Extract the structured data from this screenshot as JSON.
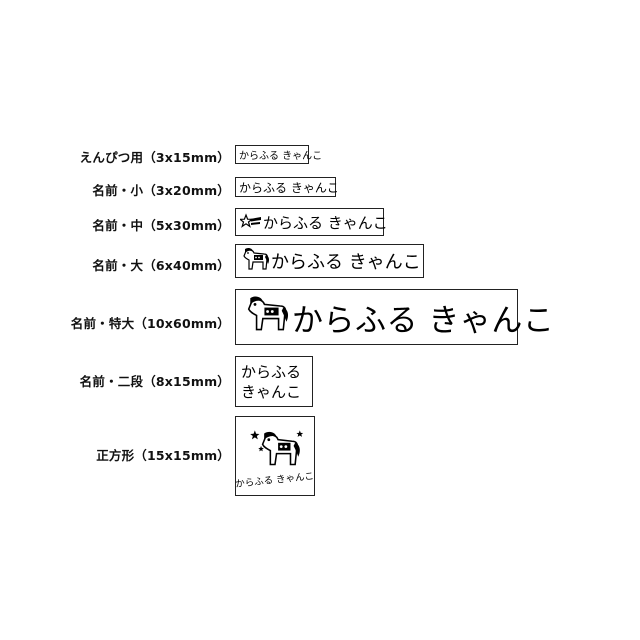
{
  "rows": [
    {
      "label": "えんぴつ用",
      "size": "（3x15mm）",
      "text": "からふる きゃんこ"
    },
    {
      "label": "名前・小",
      "size": "（3x20mm）",
      "text": "からふる きゃんこ"
    },
    {
      "label": "名前・中",
      "size": "（5x30mm）",
      "text": "からふる きゃんこ",
      "icon": "star-icon"
    },
    {
      "label": "名前・大",
      "size": "（6x40mm）",
      "text": "からふる きゃんこ",
      "icon": "horse-icon"
    },
    {
      "label": "名前・特大",
      "size": "（10x60mm）",
      "text": "からふる きゃんこ",
      "icon": "horse-icon"
    },
    {
      "label": "名前・二段",
      "size": "（8x15mm）",
      "line1": "からふる",
      "line2": "きゃんこ"
    },
    {
      "label": "正方形",
      "size": "（15x15mm）",
      "text": "からふる きゃんこ",
      "icon": "horse-icon"
    }
  ]
}
